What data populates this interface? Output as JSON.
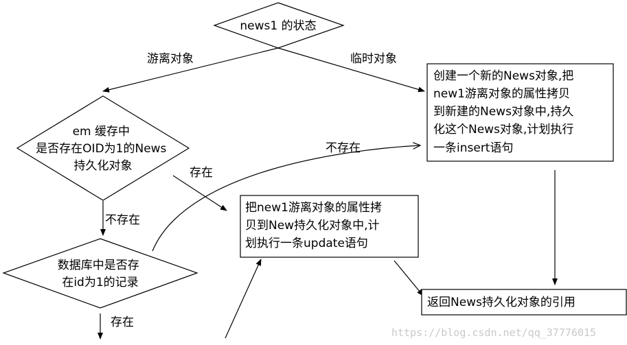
{
  "nodes": {
    "start": {
      "lines": [
        "news1 的状态"
      ]
    },
    "cache_check": {
      "lines": [
        "em 缓存中",
        "是否存在OID为1的News",
        "持久化对象"
      ]
    },
    "db_check": {
      "lines": [
        "数据库中是否存",
        "在id为1的记录"
      ]
    },
    "create_box": {
      "lines": [
        "创建一个新的News对象,把",
        "new1游离对象的属性拷贝",
        "到新建的News对象中,持久",
        "化这个News对象,计划执行",
        "一条insert语句"
      ]
    },
    "copy_box": {
      "lines": [
        "把new1游离对象的属性拷",
        "贝到New持久化对象中,计",
        "划执行一条update语句"
      ]
    },
    "return_box": {
      "lines": [
        "返回News持久化对象的引用"
      ]
    }
  },
  "edge_labels": {
    "detached": "游离对象",
    "transient": "临时对象",
    "exists_cache": "存在",
    "not_exists_cache": "不存在",
    "not_exists_db": "不存在",
    "exists_db": "存在"
  },
  "watermark": "https://blog.csdn.net/qq_37776015"
}
